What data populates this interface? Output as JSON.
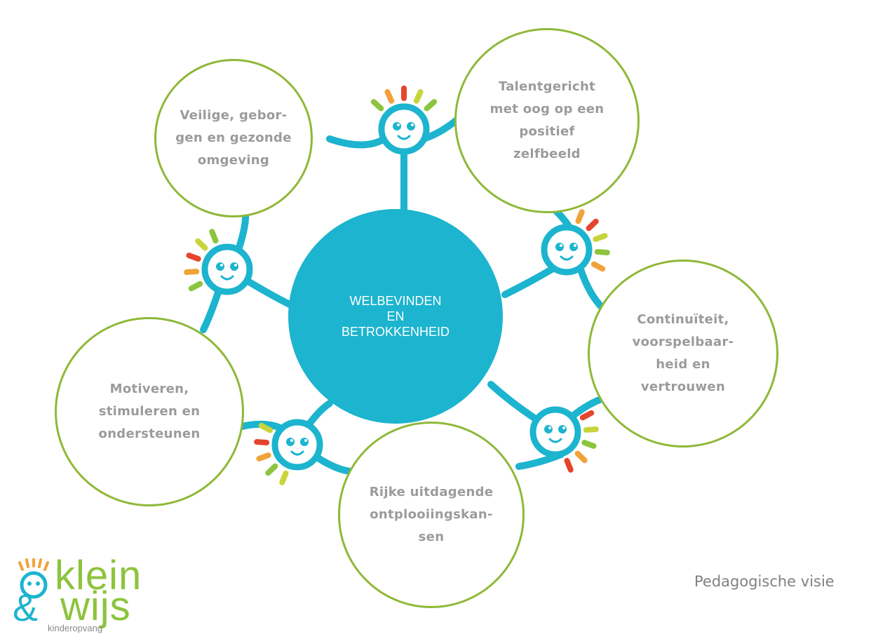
{
  "center": {
    "label": "WELBEVINDEN\nEN\nBETROKKENHEID"
  },
  "nodes": {
    "top_left": "Veilige, gebor-\ngen en gezonde\nomgeving",
    "top_right": "Talentgericht\nmet oog op een\npositief\nzelfbeeld",
    "right": "Continuïteit,\nvoorspelbaar-\nheid en\nvertrouwen",
    "bottom": "Rijke uitdagende\nontplooiingskan-\nsen",
    "left": "Motiveren,\nstimuleren en\nondersteunen"
  },
  "caption": "Pedagogische visie",
  "logo": {
    "word1": "klein",
    "word2": "wijs",
    "ampersand": "&",
    "sub": "kinderopvang"
  },
  "colors": {
    "center": "#1cb4ce",
    "figure": "#1cb4ce",
    "node_border": "#8fb838",
    "node_text": "#9b9b9b",
    "logo_green": "#8cc43e",
    "hair": [
      "#8cc43e",
      "#f2a23a",
      "#e5442d",
      "#c9d43b"
    ]
  }
}
